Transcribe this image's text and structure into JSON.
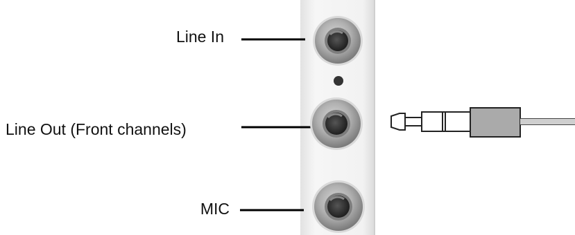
{
  "ports": [
    {
      "label": "Line In"
    },
    {
      "label": "Line Out (Front channels)"
    },
    {
      "label": "MIC"
    }
  ],
  "icons": {
    "panel": "audio-port-panel",
    "jack": "audio-jack-icon",
    "plug": "stereo-plug-icon"
  },
  "colors": {
    "panel": "#f4f4f4",
    "jack_ring": "#a9a9a9",
    "jack_hole": "#2b2b2b",
    "plug_sleeve": "#aaaaaa",
    "line": "#000000"
  }
}
